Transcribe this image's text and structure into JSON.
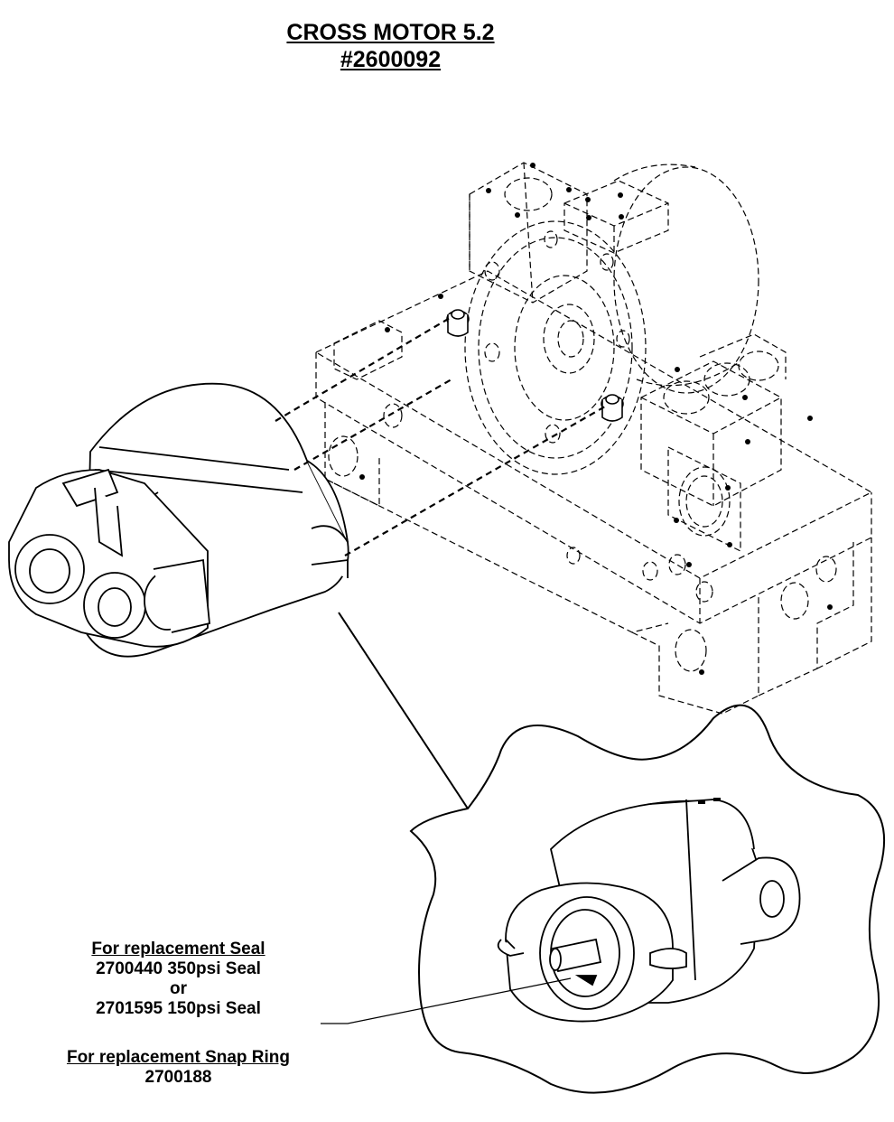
{
  "title": {
    "line1": "CROSS MOTOR 5.2",
    "line2": "#2600092"
  },
  "callouts": {
    "seal": {
      "heading": "For replacement Seal",
      "option1": "2700440 350psi Seal",
      "or": "or",
      "option2": "2701595 150psi Seal"
    },
    "snap_ring": {
      "heading": "For replacement Snap Ring",
      "part": "2700188"
    }
  }
}
